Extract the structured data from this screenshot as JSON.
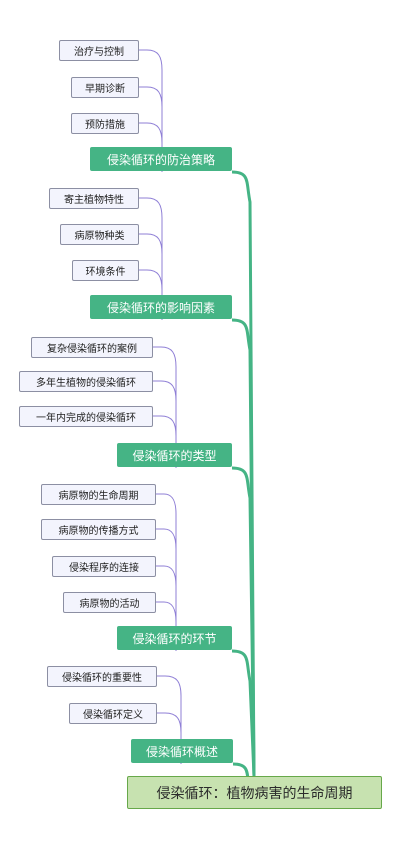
{
  "root": {
    "label": "侵染循环：植物病害的生命周期"
  },
  "branches": [
    {
      "label": "侵染循环的防治策略",
      "leaves": [
        "治疗与控制",
        "早期诊断",
        "预防措施"
      ]
    },
    {
      "label": "侵染循环的影响因素",
      "leaves": [
        "寄主植物特性",
        "病原物种类",
        "环境条件"
      ]
    },
    {
      "label": "侵染循环的类型",
      "leaves": [
        "复杂侵染循环的案例",
        "多年生植物的侵染循环",
        "一年内完成的侵染循环"
      ]
    },
    {
      "label": "侵染循环的环节",
      "leaves": [
        "病原物的生命周期",
        "病原物的传播方式",
        "侵染程序的连接",
        "病原物的活动"
      ]
    },
    {
      "label": "侵染循环概述",
      "leaves": [
        "侵染循环的重要性",
        "侵染循环定义"
      ]
    }
  ],
  "colors": {
    "branch": "#45b485",
    "leaf_line": "#8f7fd6",
    "root_fill": "#c7e2b0"
  }
}
